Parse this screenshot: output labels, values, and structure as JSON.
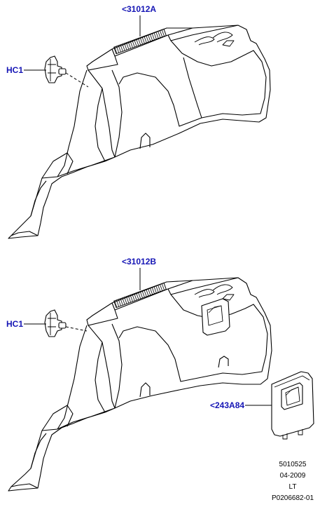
{
  "callouts": {
    "top_panel": "<31012A",
    "top_clip": "HC1",
    "bottom_panel": "<31012B",
    "bottom_clip": "HC1",
    "cover": "<243A84"
  },
  "footer": {
    "line1": "5010525",
    "line2": "04-2009",
    "line3": "LT",
    "line4": "P0206682-01"
  },
  "colors": {
    "callout_text": "#1515b5",
    "line": "#000000",
    "panel_fill": "#ffffff"
  }
}
